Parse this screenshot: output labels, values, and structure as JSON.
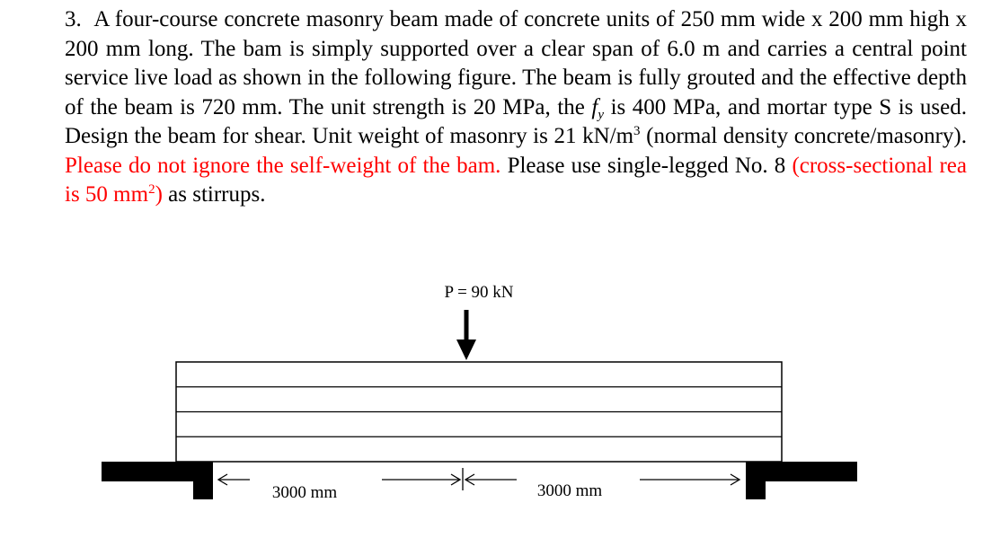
{
  "problem": {
    "number": "3.",
    "p1": "A four-course concrete masonry beam made of concrete units of 250 mm wide x 200 mm high x 200 mm long. The bam is simply supported over a clear span of 6.0 m and carries a central point service live load as shown in the following figure. The beam is fully grouted and the effective depth of the beam is 720 mm. The unit strength is 20 MPa, the ",
    "fy_main": "f",
    "fy_sub": "y",
    "p2": " is 400 MPa, and mortar type S is used. Design the beam for shear. Unit weight of masonry is 21 kN/m",
    "sup3": "3",
    "p3": " (normal density concrete/masonry). ",
    "red1": "Please do not ignore the self-weight of the bam.",
    "p4": " Please use single-legged No. 8 ",
    "red2a": "(cross-sectional rea is 50 mm",
    "sup2": "2",
    "red2b": ")",
    "p5": " as stirrups."
  },
  "figure": {
    "load_label": "P = 90 kN",
    "dim_left": "3000 mm",
    "dim_right": "3000 mm",
    "courses": 4
  }
}
